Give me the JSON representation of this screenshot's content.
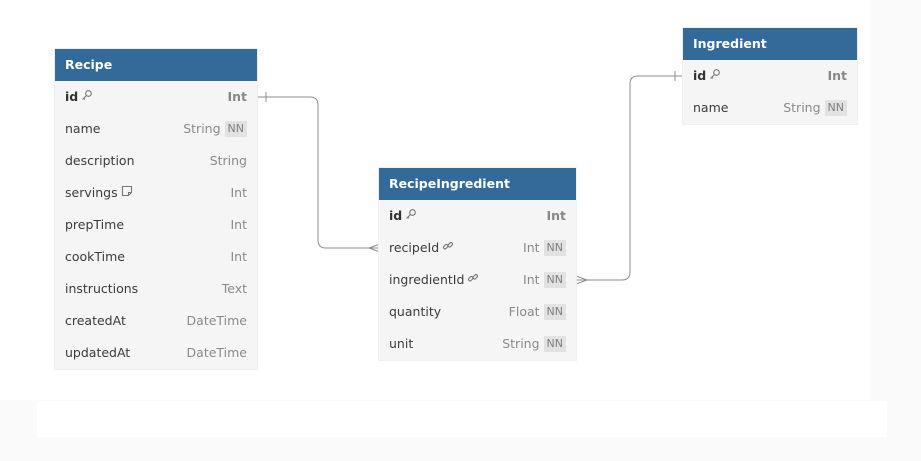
{
  "tables": {
    "recipe": {
      "title": "Recipe",
      "fields": [
        {
          "name": "id",
          "type": "Int",
          "key": "key-icon"
        },
        {
          "name": "name",
          "type": "String",
          "nn": "NN"
        },
        {
          "name": "description",
          "type": "String"
        },
        {
          "name": "servings",
          "type": "Int",
          "key": "note-icon"
        },
        {
          "name": "prepTime",
          "type": "Int"
        },
        {
          "name": "cookTime",
          "type": "Int"
        },
        {
          "name": "instructions",
          "type": "Text"
        },
        {
          "name": "createdAt",
          "type": "DateTime"
        },
        {
          "name": "updatedAt",
          "type": "DateTime"
        }
      ]
    },
    "recipe_ingredient": {
      "title": "RecipeIngredient",
      "fields": [
        {
          "name": "id",
          "type": "Int",
          "key": "key-icon"
        },
        {
          "name": "recipeId",
          "type": "Int",
          "nn": "NN",
          "key": "link-icon"
        },
        {
          "name": "ingredientId",
          "type": "Int",
          "nn": "NN",
          "key": "link-icon"
        },
        {
          "name": "quantity",
          "type": "Float",
          "nn": "NN"
        },
        {
          "name": "unit",
          "type": "String",
          "nn": "NN"
        }
      ]
    },
    "ingredient": {
      "title": "Ingredient",
      "fields": [
        {
          "name": "id",
          "type": "Int",
          "key": "key-icon"
        },
        {
          "name": "name",
          "type": "String",
          "nn": "NN"
        }
      ]
    }
  },
  "colors": {
    "header": "#336a99",
    "body": "#f5f5f5",
    "connector": "#8c8c8c"
  }
}
